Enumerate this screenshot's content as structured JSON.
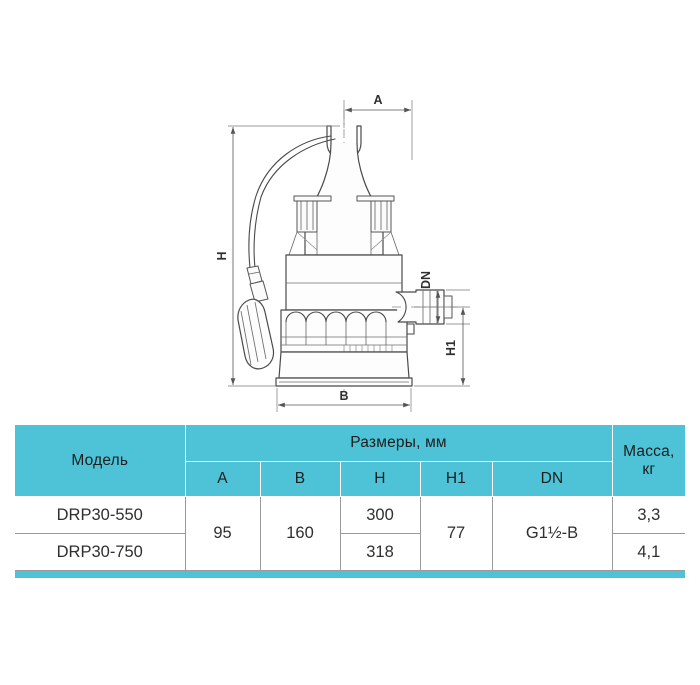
{
  "drawing": {
    "title": "submersible-pump-dimension-drawing",
    "dimension_labels": {
      "a": "A",
      "b": "B",
      "h": "H",
      "h1": "H1",
      "dn": "DN"
    },
    "line_color": "#4a4a4a",
    "fill_color": "#fdfdfd"
  },
  "table": {
    "accent_color": "#4EC3D7",
    "header": {
      "model": "Модель",
      "dimensions_group": "Размеры, мм",
      "mass": "Масса,",
      "mass_unit": "кг",
      "cols": [
        "A",
        "B",
        "H",
        "H1",
        "DN"
      ]
    },
    "rows": [
      {
        "model": "DRP30-550",
        "a": "95",
        "b": "160",
        "h": "300",
        "h1": "77",
        "dn": "G1½-B",
        "mass": "3,3"
      },
      {
        "model": "DRP30-750",
        "a": "95",
        "b": "160",
        "h": "318",
        "h1": "77",
        "dn": "G1½-B",
        "mass": "4,1"
      }
    ]
  }
}
